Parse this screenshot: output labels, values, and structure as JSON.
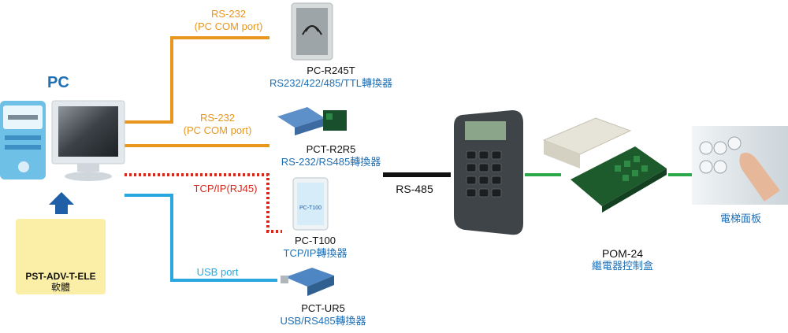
{
  "pc": {
    "label": "PC"
  },
  "software": {
    "name": "PST-ADV-T-ELE",
    "type": "軟體"
  },
  "connections": [
    {
      "id": "rs232-1",
      "name": "RS-232",
      "port": "(PC COM port)",
      "color": "#e8961e"
    },
    {
      "id": "rs232-2",
      "name": "RS-232",
      "port": "(PC COM port)",
      "color": "#e8961e"
    },
    {
      "id": "tcpip",
      "name": "TCP/IP(RJ45)",
      "color": "#d42a1e"
    },
    {
      "id": "usb",
      "name": "USB port",
      "color": "#28a8df"
    }
  ],
  "devices": [
    {
      "model": "PC-R245T",
      "desc": "RS232/422/485/TTL轉換器"
    },
    {
      "model": "PCT-R2R5",
      "desc": "RS-232/RS485轉換器"
    },
    {
      "model": "PC-T100",
      "desc": "TCP/IP轉換器"
    },
    {
      "model": "PCT-UR5",
      "desc": "USB/RS485轉換器"
    }
  ],
  "bus": {
    "label": "RS-485",
    "color": "#111111"
  },
  "relay_box": {
    "model": "POM-24",
    "desc": "繼電器控制盒",
    "link_color": "#2aa84a"
  },
  "elevator": {
    "label": "電梯面板"
  }
}
